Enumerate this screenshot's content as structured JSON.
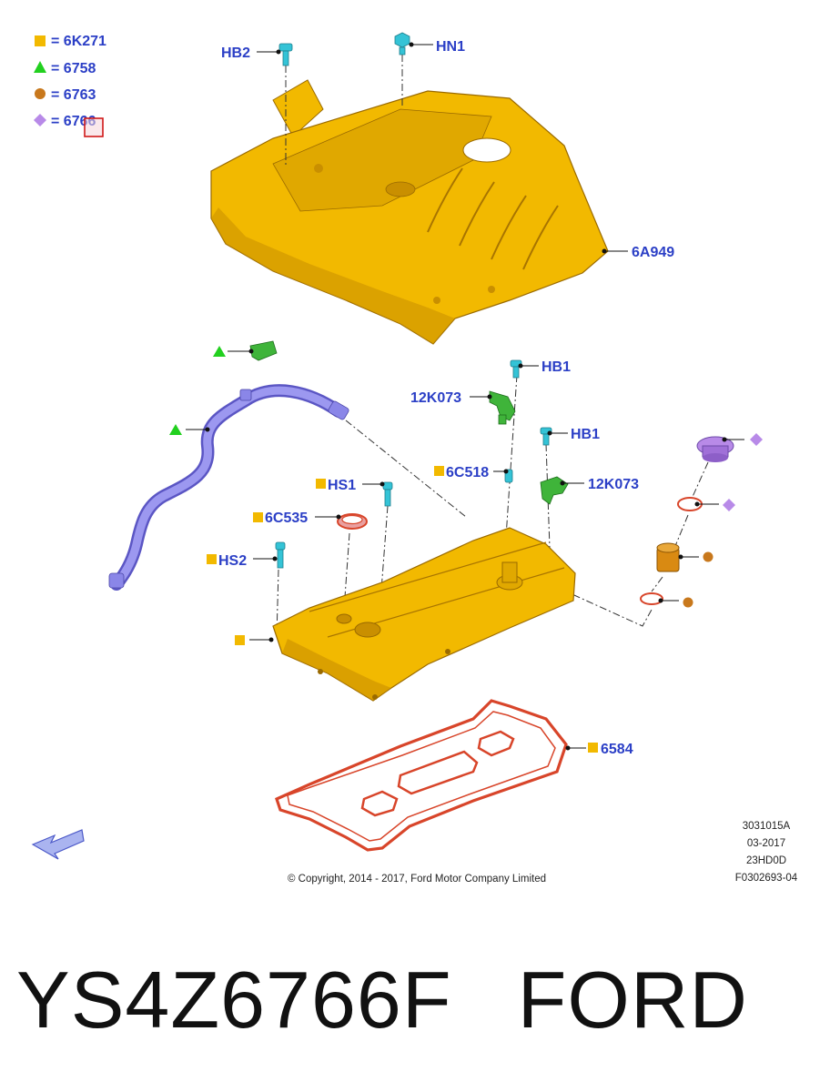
{
  "colors": {
    "label_blue": "#2b3fc6",
    "cover_yellow": "#f2b900",
    "cover_shadow": "#c98f00",
    "hose_purple": "#8a86e8",
    "sensor_green": "#3fb43a",
    "clip_cyan": "#34c3d6",
    "cap_violet": "#b88ae8",
    "gasket_red": "#d8452a",
    "filler_orange": "#d98a12"
  },
  "legend": [
    {
      "symbol": "square",
      "color": "#f2b900",
      "text": "= 6K271"
    },
    {
      "symbol": "triangle",
      "color": "#22d01f",
      "text": "= 6758"
    },
    {
      "symbol": "circle",
      "color": "#c8781c",
      "text": "= 6763"
    },
    {
      "symbol": "diamond",
      "color": "#b88ae8",
      "text": "= 6766"
    }
  ],
  "labels": {
    "hb2": "HB2",
    "hn1": "HN1",
    "engine_cover": "6A949",
    "hb1_top": "HB1",
    "cam_sensor_top": "12K073",
    "hb1_mid": "HB1",
    "bracket": "6C518",
    "cam_sensor_mid": "12K073",
    "hs1": "HS1",
    "seal": "6C535",
    "hs2": "HS2",
    "gasket": "6584"
  },
  "metadata": {
    "code": "3031015A",
    "date": "03-2017",
    "engine": "23HD0D",
    "figure": "F0302693-04"
  },
  "copyright": "© Copyright, 2014 - 2017, Ford Motor Company Limited",
  "footer": {
    "part_number": "YS4Z6766F",
    "brand": "FORD"
  }
}
